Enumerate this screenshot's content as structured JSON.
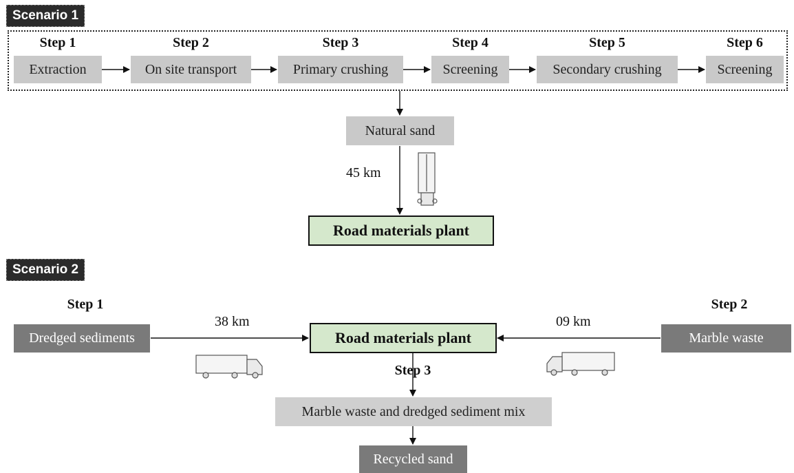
{
  "scenario1": {
    "tag": "Scenario 1",
    "steps": [
      {
        "step": "Step 1",
        "label": "Extraction"
      },
      {
        "step": "Step 2",
        "label": "On site transport"
      },
      {
        "step": "Step 3",
        "label": "Primary crushing"
      },
      {
        "step": "Step 4",
        "label": "Screening"
      },
      {
        "step": "Step 5",
        "label": "Secondary crushing"
      },
      {
        "step": "Step 6",
        "label": "Screening"
      }
    ],
    "output": "Natural sand",
    "distance": "45 km",
    "plant": "Road materials  plant"
  },
  "scenario2": {
    "tag": "Scenario 2",
    "left": {
      "step": "Step 1",
      "label": "Dredged sediments",
      "distance": "38 km"
    },
    "right": {
      "step": "Step 2",
      "label": "Marble waste",
      "distance": "09 km"
    },
    "plant": "Road materials  plant",
    "step3": "Step 3",
    "mix": "Marble waste and dredged sediment mix",
    "recycled": "Recycled sand"
  },
  "colors": {
    "plant_fill": "#d5e8cc",
    "box_light": "#c9c9c9",
    "box_dark": "#7a7a7a"
  },
  "icons": [
    "truck-icon"
  ]
}
